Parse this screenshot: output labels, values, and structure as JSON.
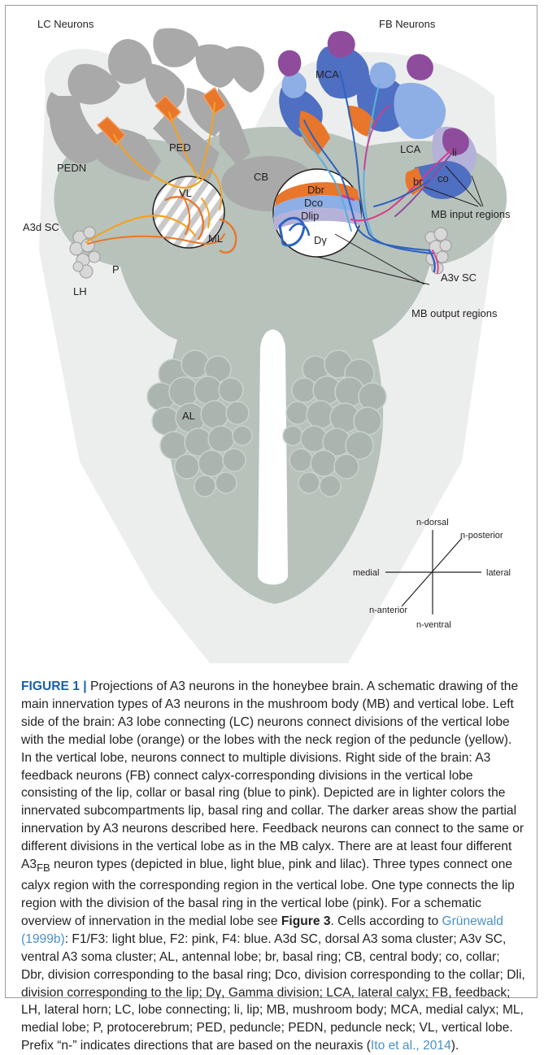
{
  "diagram": {
    "heading_left": "LC Neurons",
    "heading_right": "FB Neurons",
    "labels": {
      "pedn": "PEDN",
      "ped": "PED",
      "cb": "CB",
      "vl": "VL",
      "ml": "ML",
      "a3d_sc": "A3d SC",
      "p": "P",
      "lh": "LH",
      "al": "AL",
      "mca": "MCA",
      "lca": "LCA",
      "li": "li",
      "br": "br",
      "co": "co",
      "dbr": "Dbr",
      "dco": "Dco",
      "dlip": "Dlip",
      "dgamma": "Dγ",
      "a3v_sc": "A3v SC",
      "mb_input": "MB input regions",
      "mb_output": "MB output regions"
    },
    "axes": {
      "dorsal": "n-dorsal",
      "posterior": "n-posterior",
      "medial": "medial",
      "lateral": "lateral",
      "anterior": "n-anterior",
      "ventral": "n-ventral"
    },
    "colors": {
      "tissue": "#b7c2bb",
      "grey_lobe": "#a9a9aa",
      "orange": "#e8762b",
      "yellow": "#f4a21e",
      "blue": "#4f6fc2",
      "light_blue": "#8eaee6",
      "pink": "#d83b8a",
      "lilac": "#8f4c9c"
    }
  },
  "caption": {
    "label": "FIGURE 1 |",
    "part1": " Projections of A3 neurons in the honeybee brain. A schematic drawing of the main innervation types of A3 neurons in the mushroom body (MB) and vertical lobe. Left side of the brain: A3 lobe connecting (LC) neurons connect divisions of the vertical lobe with the medial lobe (orange) or the lobes with the neck region of the peduncle (yellow). In the vertical lobe, neurons connect to multiple divisions. Right side of the brain: A3 feedback neurons (FB) connect calyx-corresponding divisions in the vertical lobe consisting of the lip, collar or basal ring (blue to pink). Depicted are in lighter colors the innervated subcompartments lip, basal ring and collar. The darker areas show the partial innervation by A3 neurons described here. Feedback neurons can connect to the same or different divisions in the vertical lobe as in the MB calyx. There are at least four different A3",
    "sub_fb": "FB",
    "part2": " neuron types (depicted in blue, light blue, pink and lilac). Three types connect one calyx region with the corresponding region in the vertical lobe. One type connects the lip region with the division of the basal ring in the vertical lobe (pink). For a schematic overview of innervation in the medial lobe see ",
    "figure_ref": "Figure 3",
    "part3": ". Cells according to ",
    "cite1": "Grünewald (1999b)",
    "part4": ": F1/F3: light blue, F2: pink, F4: blue. A3d SC, dorsal A3 soma cluster; A3v SC, ventral A3 soma cluster; AL, antennal lobe; br, basal ring; CB, central body; co, collar; Dbr, division corresponding to the basal ring; Dco, division corresponding to the collar; Dli, division corresponding to the lip; Dγ, Gamma division; LCA, lateral calyx; FB, feedback; LH, lateral horn; LC, lobe connecting; li, lip; MB, mushroom body; MCA, medial calyx; ML, medial lobe; P, protocerebrum; PED, peduncle; PEDN, peduncle neck; VL, vertical lobe. Prefix “n-” indicates directions that are based on the neuraxis (",
    "cite2": "Ito et al., 2014",
    "part5": ")."
  }
}
